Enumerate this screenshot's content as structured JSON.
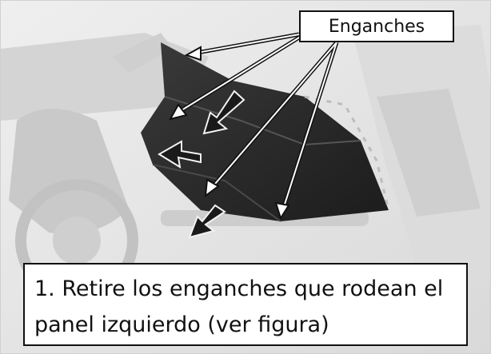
{
  "callout": {
    "label": "Enganches"
  },
  "instruction": {
    "line1": "1. Retire los enganches que rodean el",
    "line2": "panel izquierdo (ver figura)"
  },
  "colors": {
    "panel": "#2a2a2a",
    "background": "#e6e6e6",
    "arrow": "#111111",
    "pointer_fill": "#ffffff"
  }
}
